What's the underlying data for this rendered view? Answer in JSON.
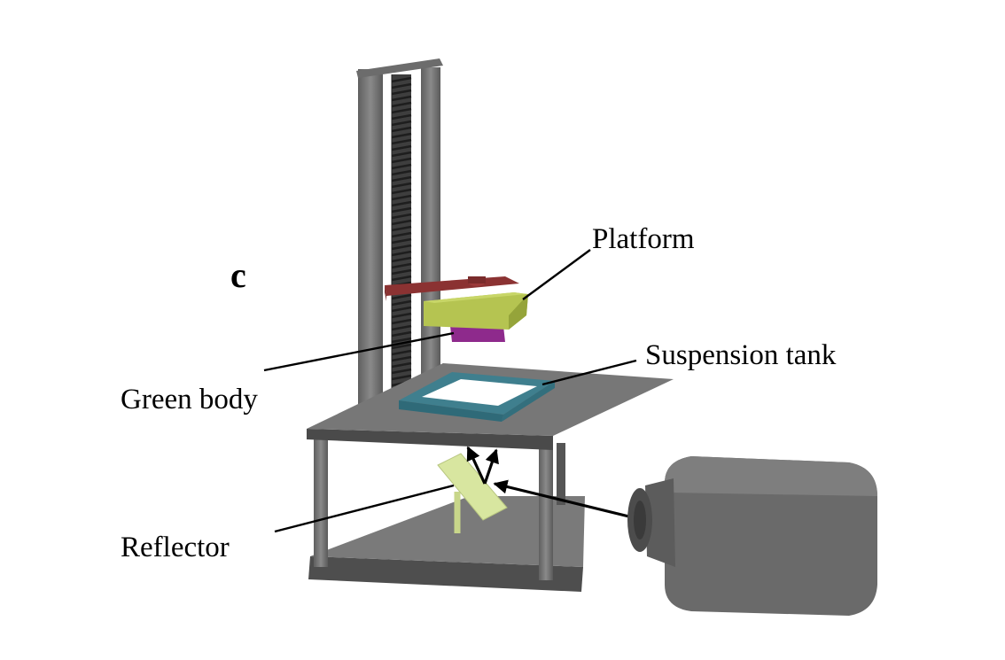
{
  "panel_letter": "c",
  "labels": {
    "platform": "Platform",
    "suspension_tank": "Suspension tank",
    "green_body": "Green body",
    "reflector": "Reflector"
  },
  "colors": {
    "background": "#ffffff",
    "frame_gray": "#707070",
    "platform_arm": "#8b3232",
    "platform_block": "#b5c451",
    "green_body": "#8e2a8c",
    "tank": "#3f7f8e",
    "reflector": "#d8e6a0",
    "projector": "#6a6a6a"
  }
}
